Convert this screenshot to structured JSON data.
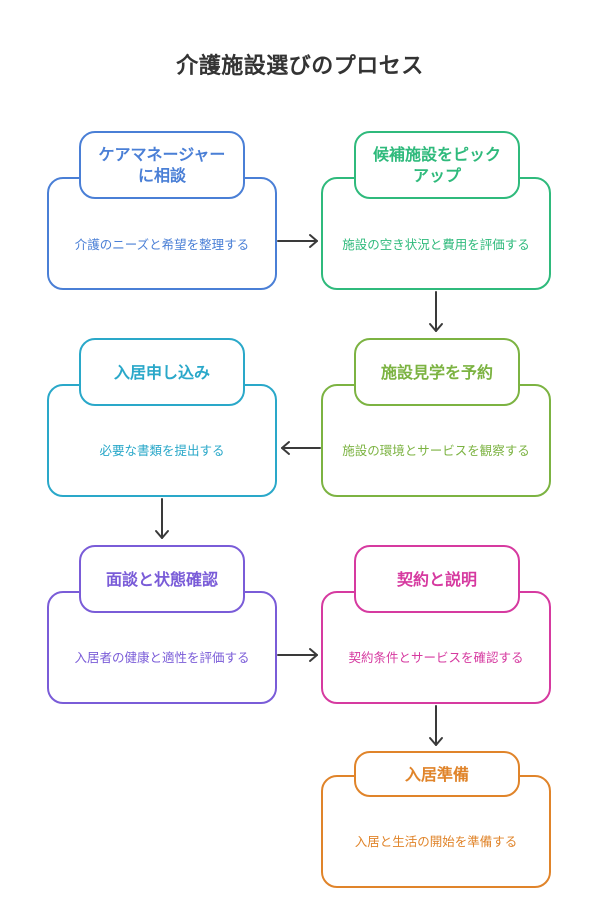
{
  "title": "介護施設選びのプロセス",
  "steps": [
    {
      "title": "ケアマネージャーに相談",
      "desc": "介護のニーズと希望を整理する",
      "color": "#4a7fd6"
    },
    {
      "title": "候補施設をピックアップ",
      "desc": "施設の空き状況と費用を評価する",
      "color": "#2fba7c"
    },
    {
      "title": "施設見学を予約",
      "desc": "施設の環境とサービスを観察する",
      "color": "#7cb342"
    },
    {
      "title": "入居申し込み",
      "desc": "必要な書類を提出する",
      "color": "#2aa8c9"
    },
    {
      "title": "面談と状態確認",
      "desc": "入居者の健康と適性を評価する",
      "color": "#7a5cd8"
    },
    {
      "title": "契約と説明",
      "desc": "契約条件とサービスを確認する",
      "color": "#d63aa0"
    },
    {
      "title": "入居準備",
      "desc": "入居と生活の開始を準備する",
      "color": "#e0842a"
    }
  ]
}
